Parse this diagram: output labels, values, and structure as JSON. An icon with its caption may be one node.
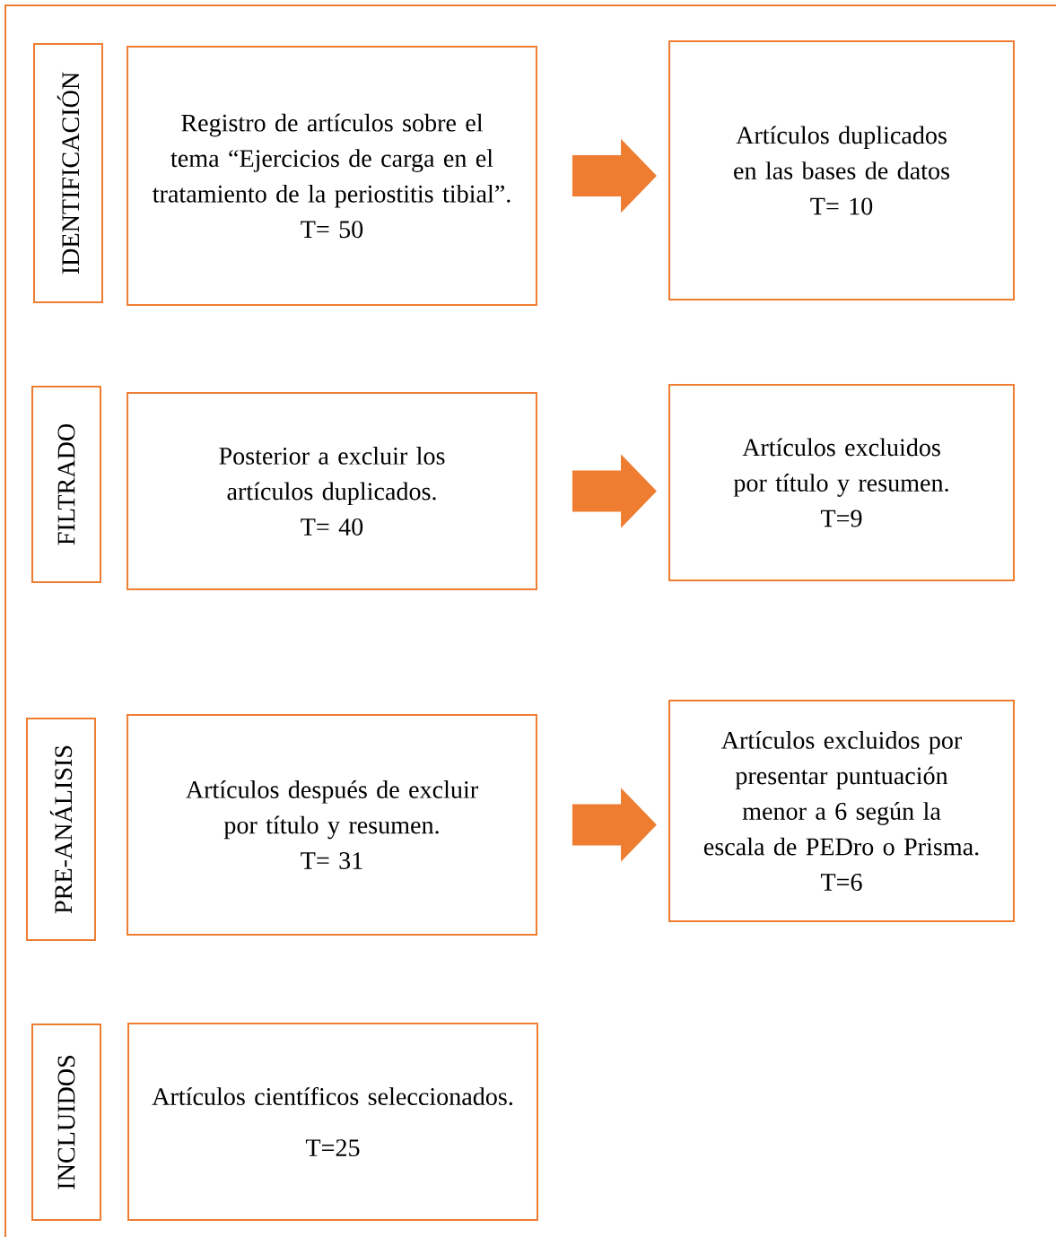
{
  "diagram": {
    "nodes": [
      {
        "text": [
          "IDENTIFICACIÓN"
        ]
      },
      {
        "text": [
          "Registro de artículos sobre el tema “Ejercicios de carga en el tratamiento de la periostitis tibial”.",
          "T= 50"
        ]
      },
      {
        "text": [
          "Artículos duplicados en las bases de datos",
          "T= 10"
        ]
      },
      {
        "text": [
          "FILTRADO"
        ]
      },
      {
        "text": [
          "Posterior a excluir los artículos duplicados.",
          "T= 40"
        ]
      },
      {
        "text": [
          "Artículos excluidos por título y resumen.",
          "T=9"
        ]
      },
      {
        "text": [
          "PRE-ANÁLISIS"
        ]
      },
      {
        "text": [
          "Artículos después de excluir por título y resumen.",
          "T= 31"
        ]
      },
      {
        "text": [
          "Artículos excluidos por presentar puntuación menor a 6 según la escala de PEDro o Prisma.",
          "T=6"
        ]
      },
      {
        "text": [
          "INCLUIDOS"
        ]
      },
      {
        "text": [
          "Artículos científicos seleccionados.",
          "T=25"
        ]
      }
    ],
    "edges": [
      {
        "from": 1,
        "to": 2,
        "arrow": "to"
      },
      {
        "from": 4,
        "to": 5,
        "arrow": "to"
      },
      {
        "from": 7,
        "to": 8,
        "arrow": "to"
      }
    ]
  }
}
